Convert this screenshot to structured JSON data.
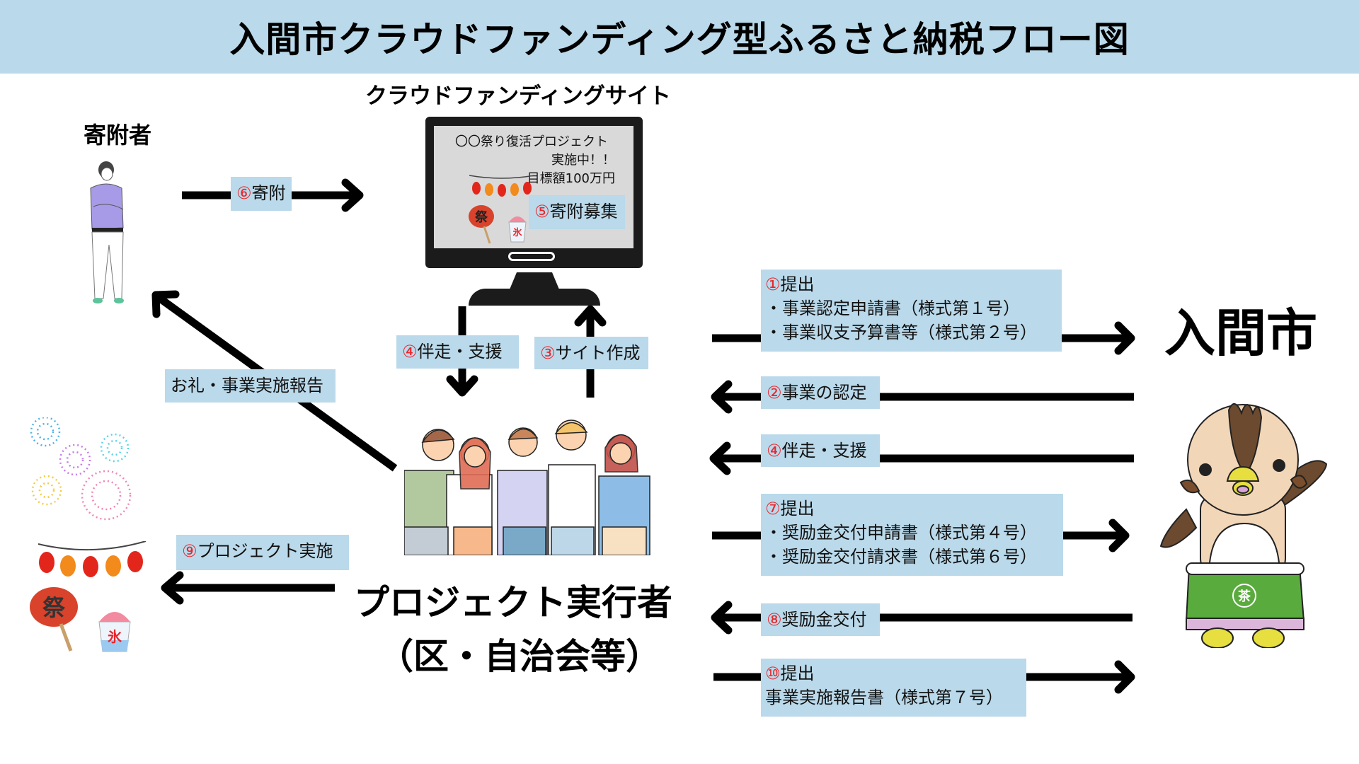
{
  "header": {
    "title": "入間市クラウドファンディング型ふるさと納税フロー図"
  },
  "actors": {
    "donor": "寄附者",
    "site": "クラウドファンディングサイト",
    "city": "入間市",
    "executor_line1": "プロジェクト実行者",
    "executor_line2": "（区・自治会等）"
  },
  "monitor": {
    "line1": "〇〇祭り復活プロジェクト",
    "line2": "実施中！！",
    "line3": "目標額100万円",
    "step5": {
      "num": "⑤",
      "text": "寄附募集"
    }
  },
  "steps": {
    "s1": {
      "num": "①",
      "title": "提出",
      "items": [
        "・事業認定申請書（様式第１号）",
        "・事業収支予算書等（様式第２号）"
      ]
    },
    "s2": {
      "num": "②",
      "text": "事業の認定"
    },
    "s3": {
      "num": "③",
      "text": "サイト作成"
    },
    "s4a": {
      "num": "④",
      "text": "伴走・支援"
    },
    "s4b": {
      "num": "④",
      "text": "伴走・支援"
    },
    "s6": {
      "num": "⑥",
      "text": "寄附"
    },
    "s7": {
      "num": "⑦",
      "title": "提出",
      "items": [
        "・奨励金交付申請書（様式第４号）",
        "・奨励金交付請求書（様式第６号）"
      ]
    },
    "s8": {
      "num": "⑧",
      "text": "奨励金交付"
    },
    "s9": {
      "num": "⑨",
      "text": "プロジェクト実施"
    },
    "s10": {
      "num": "⑩",
      "title": "提出",
      "line": "事業実施報告書（様式第７号）"
    },
    "thanks": {
      "text": "お礼・事業実施報告"
    }
  },
  "colors": {
    "label_bg": "#bad9ea",
    "step_number": "#e8262b",
    "arrow": "#000000"
  }
}
